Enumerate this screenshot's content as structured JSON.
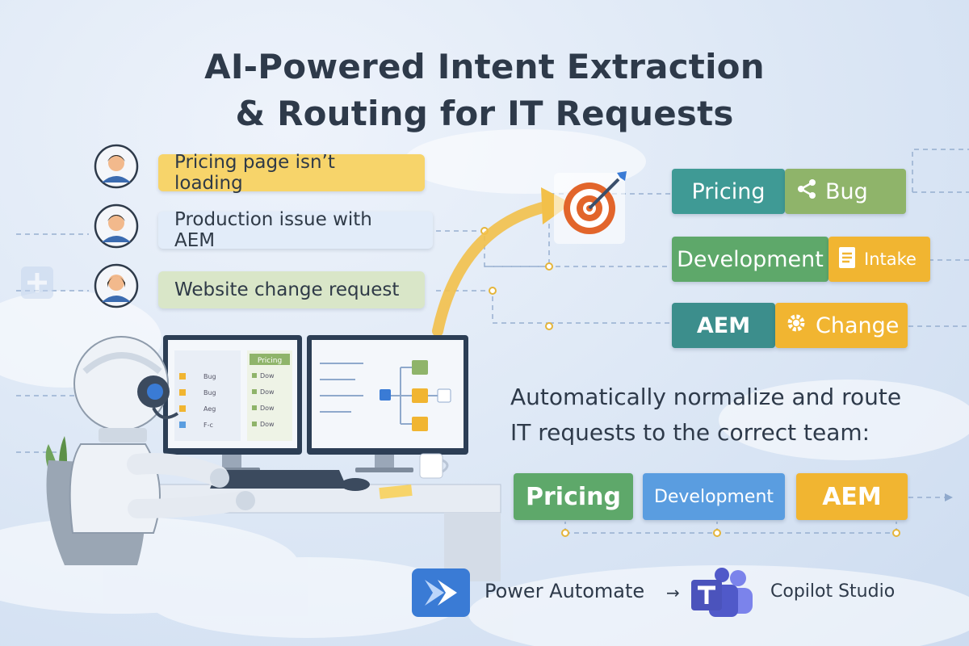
{
  "title": {
    "line1": "AI-Powered Intent Extraction",
    "line2": "& Routing for IT Requests"
  },
  "requests": [
    {
      "text": "Pricing page isn’t loading",
      "color": "#f7d46a"
    },
    {
      "text": "Production issue with AEM",
      "color": "#e2ecf9"
    },
    {
      "text": "Website change request",
      "color": "#d9e6c8"
    }
  ],
  "classifications": [
    {
      "team": "Pricing",
      "type": "Bug",
      "team_color": "#3f9a95",
      "type_color": "#8fb46a",
      "type_icon": "share-icon"
    },
    {
      "team": "Development",
      "type": "Intake",
      "team_color": "#5ea86a",
      "type_color": "#f1b531",
      "type_icon": "document-icon"
    },
    {
      "team": "AEM",
      "type": "Change",
      "team_color": "#3c8e8c",
      "type_color": "#f1b531",
      "type_icon": "gear-icon"
    }
  ],
  "description": {
    "line1": "Automatically normalize and route",
    "line2": "IT requests to the correct team:"
  },
  "routes": [
    {
      "label": "Pricing",
      "color": "#5ea86a"
    },
    {
      "label": "Development",
      "color": "#5a9de0"
    },
    {
      "label": "AEM",
      "color": "#f1b531"
    }
  ],
  "monitor_left": {
    "header": "Pricing",
    "items": [
      "Bug",
      "Bug",
      "Aeg",
      "F-c"
    ],
    "right_items": [
      "Dow",
      "Dow",
      "Dow",
      "Dow"
    ]
  },
  "brands": {
    "power_automate": "Power Automate",
    "copilot_studio": "Copilot Studio",
    "arrow": "→"
  },
  "colors": {
    "title": "#2e3a4a",
    "accent_blue": "#3a7bd5",
    "target_orange": "#e2652b"
  }
}
